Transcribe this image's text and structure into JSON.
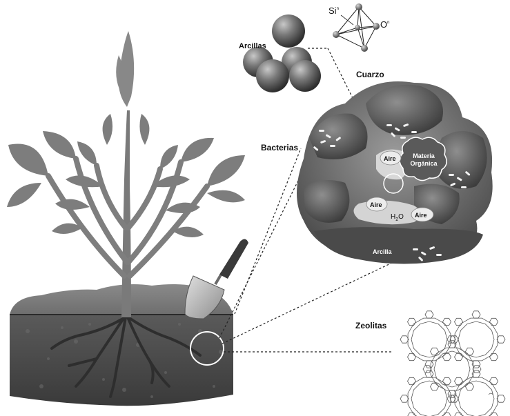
{
  "labels": {
    "arcillas_top": "Arcillas",
    "si": "Si",
    "si_sup": "n",
    "o": "O",
    "o_sup": "n",
    "cuarzo": "Cuarzo",
    "bacterias": "Bacterias",
    "aire_1": "Aire",
    "materia_line1": "Materia",
    "materia_line2": "Orgánica",
    "aire_2": "Aire",
    "aire_3": "Aire",
    "h2o_h": "H",
    "h2o_sub": "2",
    "h2o_o": "O",
    "arcilla_bottom": "Arcilla",
    "zeolitas": "Zeolitas"
  }
}
